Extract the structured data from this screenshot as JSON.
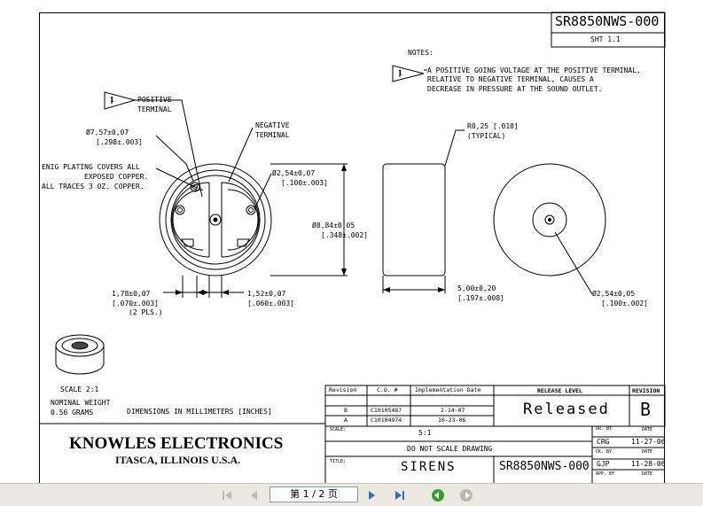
{
  "title_block_top": {
    "part_number": "SR8850NWS-000",
    "sheet": "SHT 1.1"
  },
  "notes": {
    "heading": "NOTES:",
    "flag": "1",
    "lines": [
      "A POSITIVE GOING VOLTAGE AT THE POSITIVE TERMINAL,",
      "RELATIVE TO NEGATIVE TERMINAL, CAUSES A",
      "DECREASE IN PRESSURE AT THE SOUND OUTLET."
    ]
  },
  "callouts": {
    "positive_flag": "1",
    "positive_line1": "POSITIVE",
    "positive_line2": "TERMINAL",
    "negative_line1": "NEGATIVE",
    "negative_line2": "TERMINAL",
    "dim_757_a": "Ø7,57±0,07",
    "dim_757_b": "[.298±.003]",
    "enig_1": "ENIG PLATING COVERS ALL",
    "enig_2": "EXPOSED COPPER.",
    "enig_3": "ALL TRACES 3 OZ. COPPER.",
    "dim_254_top_a": "Ø2,54±0,07",
    "dim_254_top_b": "[.100±.003]",
    "dim_884_a": "Ø8,84±0,05",
    "dim_884_b": "[.348±.002]",
    "dim_178_a": "1,78±0,07",
    "dim_178_b": "[.070±.003]",
    "dim_178_c": "(2 PLS.)",
    "dim_152_a": "1,52±0,07",
    "dim_152_b": "[.060±.003]",
    "radius_a": "R0,25 [.010]",
    "radius_b": "(TYPICAL)",
    "dim_500_a": "5,00±0,20",
    "dim_500_b": "[.197±.008]",
    "dim_254_side_a": "Ø2,54±0,05",
    "dim_254_side_b": "[.100±.002]"
  },
  "info": {
    "scale": "SCALE 2:1",
    "weight_1": "NOMINAL WEIGHT",
    "weight_2": "0.56 GRAMS",
    "dimensions_note": "DIMENSIONS IN MILLIMETERS [INCHES]"
  },
  "revision_table": {
    "headers": [
      "Revision",
      "C.O. #",
      "Implementation Date"
    ],
    "rows": [
      {
        "rev": "B",
        "co": "C10105487",
        "date": "2-14-07"
      },
      {
        "rev": "A",
        "co": "C10104974",
        "date": "10-23-06"
      }
    ],
    "release_label": "RELEASE LEVEL",
    "release_value": "Released",
    "revision_label": "REVISION",
    "revision_value": "B"
  },
  "title_block": {
    "company": "KNOWLES ELECTRONICS",
    "location": "ITASCA, ILLINOIS U.S.A.",
    "scale_label": "SCALE:",
    "scale_value": "5:1",
    "warning": "DO NOT SCALE DRAWING",
    "title_label": "TITLE:",
    "title_value": "SIRENS",
    "part_number": "SR8850NWS-000",
    "dr_label": "DR. BY",
    "date_label": "DATE",
    "dr_value": "CRG",
    "dr_date": "11-27-06",
    "ck_label": "CK. BY",
    "ck_date_label": "DATE",
    "ck_value": "GJP",
    "ck_date": "11-28-06",
    "app_label": "APP. BY",
    "app_date_label": "DATE"
  },
  "toolbar": {
    "page_indicator": "第 1 / 2 页",
    "icons": [
      "first-page-icon",
      "previous-page-icon",
      "next-page-icon",
      "last-page-icon",
      "back-icon",
      "forward-icon"
    ]
  }
}
